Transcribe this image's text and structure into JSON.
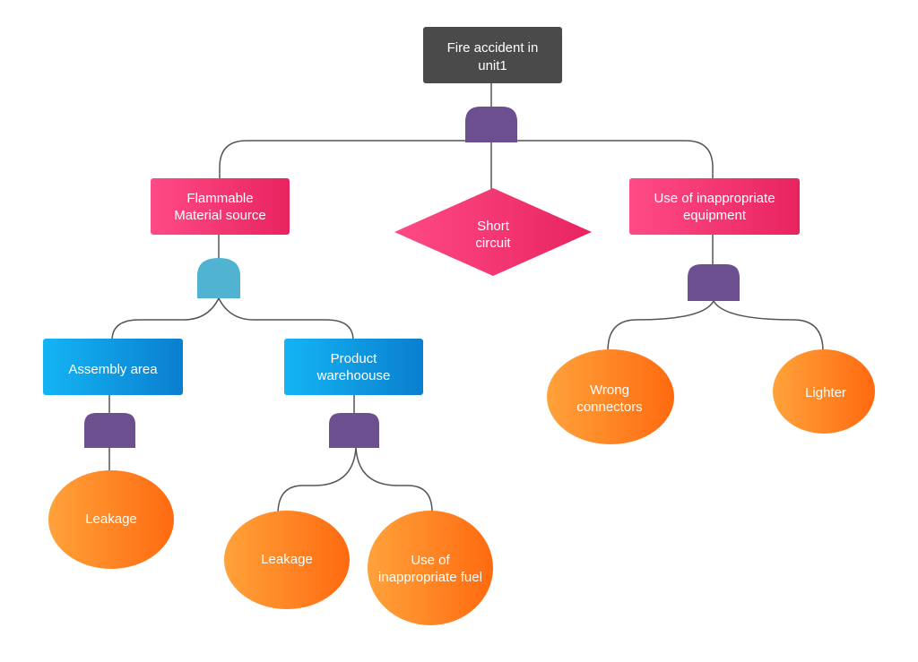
{
  "colors": {
    "top_event": "#4a4a4a",
    "pink_light": "#ff4a86",
    "pink_dark": "#e8245f",
    "blue_light": "#14b4f4",
    "blue_dark": "#0a7fcf",
    "orange_light": "#ffa23a",
    "orange_dark": "#ff6a10",
    "gate_purple": "#6b4f8e",
    "gate_teal": "#4fb3d1",
    "connector": "#555555",
    "label": "#ffffff"
  },
  "top_event": {
    "line1": "Fire accident in",
    "line2": "unit1"
  },
  "flammable": {
    "line1": "Flammable",
    "line2": "Material source"
  },
  "short_circuit": {
    "line1": "Short",
    "line2": "circuit"
  },
  "equipment": {
    "line1": "Use of inappropriate",
    "line2": "equipment"
  },
  "assembly": {
    "line1": "Assembly area"
  },
  "warehouse": {
    "line1": "Product",
    "line2": "warehoouse"
  },
  "leakage_a": {
    "line1": "Leakage"
  },
  "leakage_b": {
    "line1": "Leakage"
  },
  "fuel": {
    "line1": "Use of",
    "line2": "inappropriate fuel"
  },
  "wrong_connectors": {
    "line1": "Wrong",
    "line2": "connectors"
  },
  "lighter": {
    "line1": "Lighter"
  }
}
